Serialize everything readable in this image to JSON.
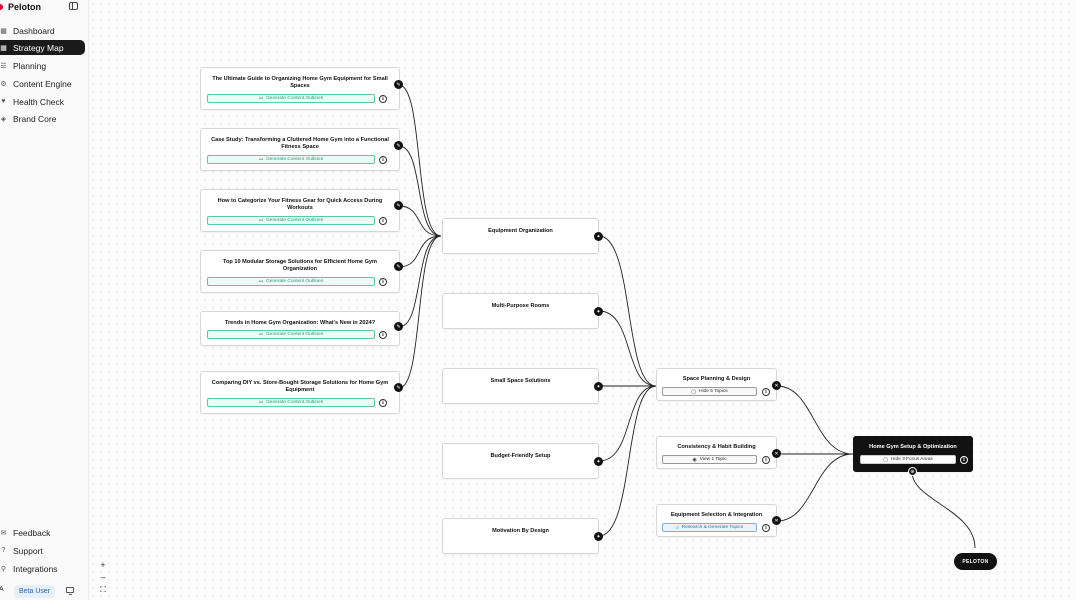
{
  "app": {
    "name": "Peloton"
  },
  "sidebar": {
    "items": [
      {
        "label": "Dashboard",
        "icon": "dashboard-icon",
        "active": false
      },
      {
        "label": "Strategy Map",
        "icon": "map-icon",
        "active": true
      },
      {
        "label": "Planning",
        "icon": "calendar-icon",
        "active": false
      },
      {
        "label": "Content Engine",
        "icon": "engine-icon",
        "active": false
      },
      {
        "label": "Health Check",
        "icon": "heart-icon",
        "active": false
      },
      {
        "label": "Brand Core",
        "icon": "brand-icon",
        "active": false
      }
    ],
    "bottom_links": [
      {
        "label": "Feedback",
        "icon": "feedback-icon"
      },
      {
        "label": "Support",
        "icon": "support-icon"
      },
      {
        "label": "Integrations",
        "icon": "integrations-icon"
      }
    ],
    "user_initial": "A",
    "beta_label": "Beta User"
  },
  "map": {
    "topics": [
      {
        "title": "The Ultimate Guide to Organizing Home Gym Equipment for Small Spaces",
        "button": "Generate Content Outlines"
      },
      {
        "title": "Case Study: Transforming a Cluttered Home Gym into a Functional Fitness Space",
        "button": "Generate Content Outlines"
      },
      {
        "title": "How to Categorize Your Fitness Gear for Quick Access During Workouts",
        "button": "Generate Content Outlines"
      },
      {
        "title": "Top 10 Modular Storage Solutions for Efficient Home Gym Organization",
        "button": "Generate Content Outlines"
      },
      {
        "title": "Trends in Home Gym Organization: What's New in 2024?",
        "button": "Generate Content Outlines"
      },
      {
        "title": "Comparing DIY vs. Store-Bought Storage Solutions for Home Gym Equipment",
        "button": "Generate Content Outlines"
      }
    ],
    "focus_areas": [
      {
        "title": "Equipment Organization"
      },
      {
        "title": "Multi-Purpose Rooms"
      },
      {
        "title": "Small Space Solutions"
      },
      {
        "title": "Budget-Friendly Setup"
      },
      {
        "title": "Motivation By Design"
      }
    ],
    "categories": [
      {
        "title": "Space Planning & Design",
        "button": "Hide 5 Topics",
        "style": "neutral"
      },
      {
        "title": "Consistency & Habit Building",
        "button": "View 1 Topic",
        "style": "neutral"
      },
      {
        "title": "Equipment Selection & Integration",
        "button": "Research & Generate Topics",
        "style": "blue"
      }
    ],
    "root": {
      "title": "Home Gym Setup & Optimization",
      "button": "Hide 3 Focus Areas"
    },
    "brand_node": "PELOTON"
  },
  "zoom_controls": {
    "zoom_in": "+",
    "zoom_out": "–",
    "fit": "⛶"
  },
  "colors": {
    "accent_green": "#1f9e7a",
    "accent_blue": "#2a6fc0",
    "active_nav": "#1a1a1a"
  }
}
